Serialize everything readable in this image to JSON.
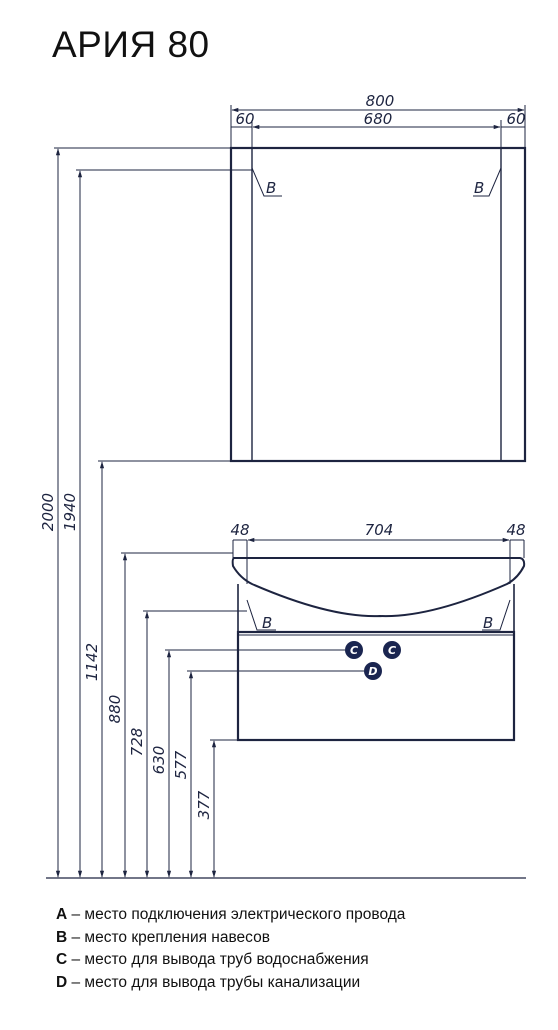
{
  "title": "АРИЯ 80",
  "mirror": {
    "width_total": "800",
    "side_left": "60",
    "center": "680",
    "side_right": "60",
    "marks": [
      "B",
      "B"
    ]
  },
  "cabinet": {
    "side_left": "48",
    "center": "704",
    "side_right": "48",
    "marks": [
      "B",
      "B"
    ],
    "outlets": [
      "C",
      "C",
      "D"
    ]
  },
  "heights": [
    "2000",
    "1940",
    "1142",
    "880",
    "728",
    "630",
    "577",
    "377"
  ],
  "legend": [
    {
      "key": "A",
      "text": " – место подключения электрического провода"
    },
    {
      "key": "B",
      "text": " – место крепления навесов"
    },
    {
      "key": "C",
      "text": " – место для вывода труб водоснабжения"
    },
    {
      "key": "D",
      "text": " – место для вывода трубы канализации"
    }
  ],
  "colors": {
    "line": "#1d2440",
    "badge": "#1a2550"
  }
}
